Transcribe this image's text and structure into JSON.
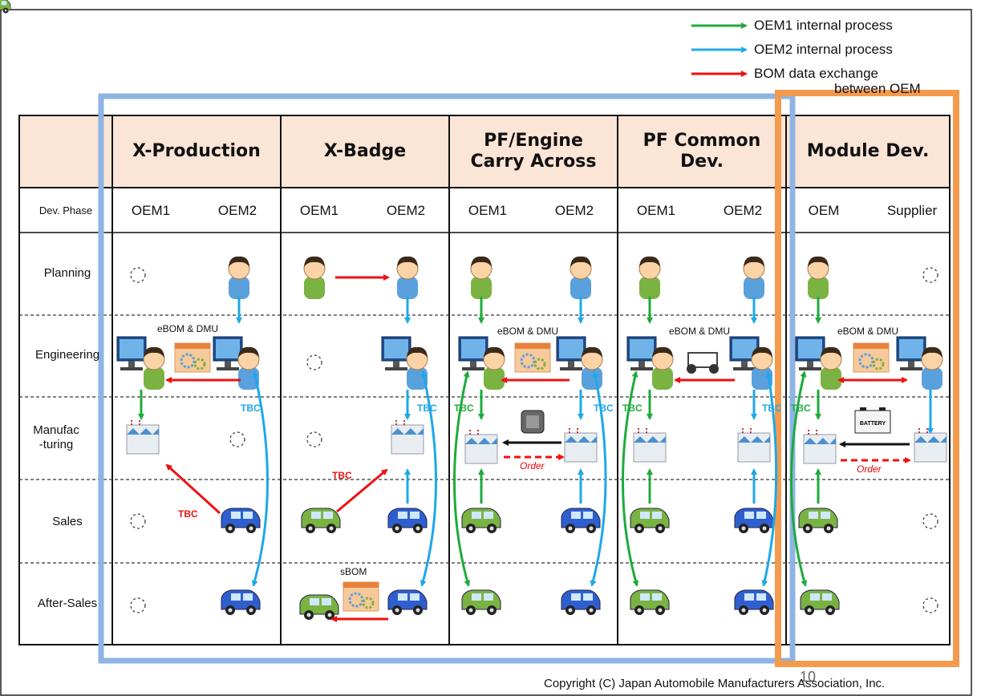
{
  "legend": [
    {
      "label": "OEM1 internal process",
      "color": "#1eab3c"
    },
    {
      "label": "OEM2 internal process",
      "color": "#1ea8e8"
    },
    {
      "label": "BOM data exchange",
      "color": "#ee1111"
    }
  ],
  "legend_overflow": "between OEM",
  "columns": [
    {
      "title": "X-Production",
      "left": "OEM1",
      "right": "OEM2"
    },
    {
      "title": "X-Badge",
      "left": "OEM1",
      "right": "OEM2"
    },
    {
      "title": "PF/Engine Carry Across",
      "left": "OEM1",
      "right": "OEM2"
    },
    {
      "title": "PF Common Dev.",
      "left": "OEM1",
      "right": "OEM2"
    },
    {
      "title": "Module Dev.",
      "left": "OEM",
      "right": "Supplier"
    }
  ],
  "dev_phase_label": "Dev. Phase",
  "phases": [
    "Planning",
    "Engineering",
    "Manufac-turing",
    "Sales",
    "After-Sales"
  ],
  "labels": {
    "ebom": "eBOM & DMU",
    "sbom": "sBOM",
    "tbc": "TBC",
    "order": "Order",
    "battery": "BATTERY"
  },
  "colors": {
    "oem1": "#1eab3c",
    "oem2": "#1ea8e8",
    "bom": "#ee1111",
    "header_bg": "#fbe5d6",
    "blue_frame": "#8eb4e3",
    "orange_frame": "#f39a4c"
  },
  "page_number": "10",
  "footer": "Copyright (C) Japan Automobile Manufacturers Association, Inc."
}
